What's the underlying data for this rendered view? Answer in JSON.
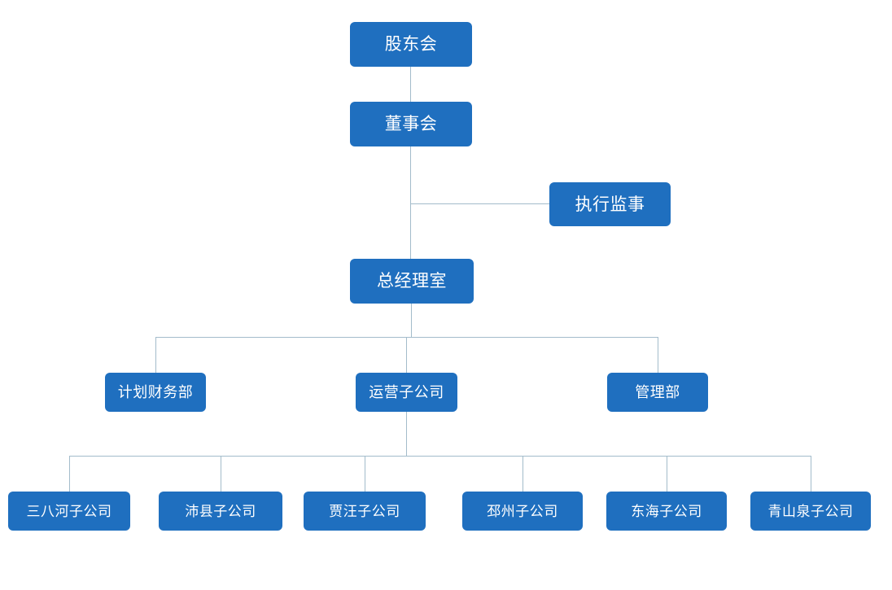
{
  "chart": {
    "type": "org-chart",
    "background_color": "#ffffff",
    "node_fill_color": "#1f6fbf",
    "node_text_color": "#ffffff",
    "connector_color": "#a3bccb",
    "levels": [
      {
        "level": 1,
        "nodes": [
          {
            "id": "shareholders",
            "label": "股东会"
          }
        ]
      },
      {
        "level": 2,
        "nodes": [
          {
            "id": "board",
            "label": "董事会"
          }
        ]
      },
      {
        "level": 3,
        "nodes": [
          {
            "id": "supervisor",
            "label": "执行监事"
          }
        ]
      },
      {
        "level": 4,
        "nodes": [
          {
            "id": "gm-office",
            "label": "总经理室"
          }
        ]
      },
      {
        "level": 5,
        "nodes": [
          {
            "id": "finance-dept",
            "label": "计划财务部"
          },
          {
            "id": "operations-subsidiary",
            "label": "运营子公司"
          },
          {
            "id": "management-dept",
            "label": "管理部"
          }
        ]
      },
      {
        "level": 6,
        "nodes": [
          {
            "id": "sub-sanbahe",
            "label": "三八河子公司"
          },
          {
            "id": "sub-peixian",
            "label": "沛县子公司"
          },
          {
            "id": "sub-jiawang",
            "label": "贾汪子公司"
          },
          {
            "id": "sub-pizhou",
            "label": "邳州子公司"
          },
          {
            "id": "sub-donghai",
            "label": "东海子公司"
          },
          {
            "id": "sub-qingshanquan",
            "label": "青山泉子公司"
          }
        ]
      }
    ]
  }
}
